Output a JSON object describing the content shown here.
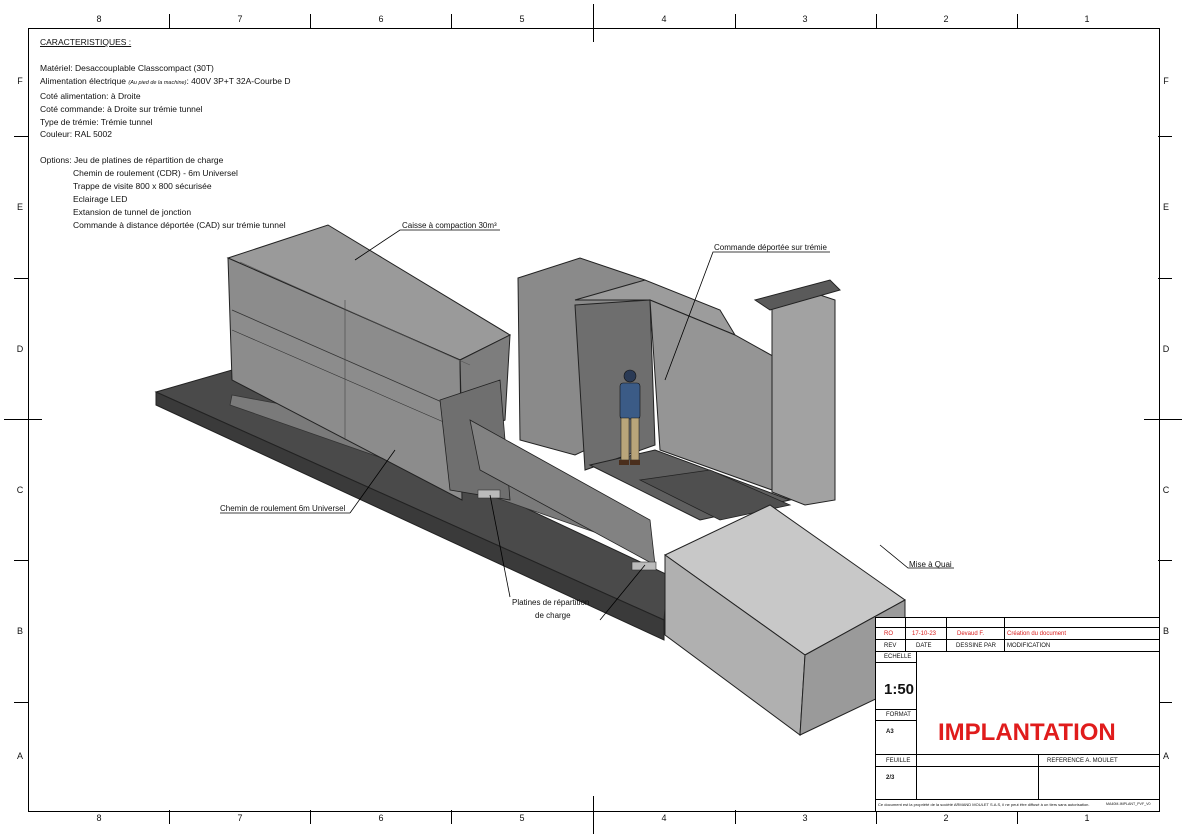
{
  "sheet": {
    "zone_columns": [
      "8",
      "7",
      "6",
      "5",
      "4",
      "3",
      "2",
      "1"
    ],
    "zone_rows": [
      "F",
      "E",
      "D",
      "C",
      "B",
      "A"
    ]
  },
  "specs": {
    "title": "CARACTERISTIQUES :",
    "lines": [
      {
        "label": "Matériel: ",
        "value": "Desaccouplable Classcompact (30T)"
      },
      {
        "label": "Alimentation électrique ",
        "note": "(Au pied de la machine)",
        "value": ": 400V 3P+T 32A-Courbe D"
      },
      {
        "label": "Coté alimentation: ",
        "value": "à Droite"
      },
      {
        "label": "Coté commande: ",
        "value": "à Droite sur trémie tunnel"
      },
      {
        "label": "Type de trémie: ",
        "value": "Trémie tunnel"
      },
      {
        "label": "Couleur: ",
        "value": "RAL 5002"
      }
    ],
    "options_label": "Options: ",
    "options": [
      "Jeu de platines de répartition de charge",
      "Chemin de roulement (CDR) - 6m Universel",
      "Trappe de visite 800 x 800 sécurisée",
      "Eclairage LED",
      "Extansion de tunnel de jonction",
      "Commande à distance  déportée (CAD) sur trémie tunnel"
    ]
  },
  "callouts": {
    "caisse": "Caisse à compaction 30m³",
    "commande": "Commande déportée sur trémie",
    "chemin": "Chemin de roulement 6m Universel",
    "quai": "Mise à Quai",
    "platines_1": "Platines de répartition",
    "platines_2": "de charge"
  },
  "title_block": {
    "rev": "RO",
    "date": "17-10-23",
    "drawn_by": "Devaud F.",
    "modification": "Création du document",
    "h_rev": "REV",
    "h_date": "DATE",
    "h_drawn": "DESSINE PAR",
    "h_mod": "MODIFICATION",
    "h_scale": "ECHELLE",
    "scale": "1:50",
    "h_format": "FORMAT",
    "format": "A3",
    "h_sheet": "FEUILLE",
    "sheet": "2/3",
    "title": "IMPLANTATION",
    "reference": "REFERENCE A. MOULET",
    "footer": "Ce document est la propriété de la société ARMAND MOULET S.A.S, il ne peut être diffusé à un tiers sans autorisation.",
    "file": "MA40M-IMPLANT_PVF_V0"
  },
  "colors": {
    "accent_red": "#e01c1c",
    "machine_gray": "#8c8c8c",
    "ground_dark": "#4a4a4a"
  }
}
